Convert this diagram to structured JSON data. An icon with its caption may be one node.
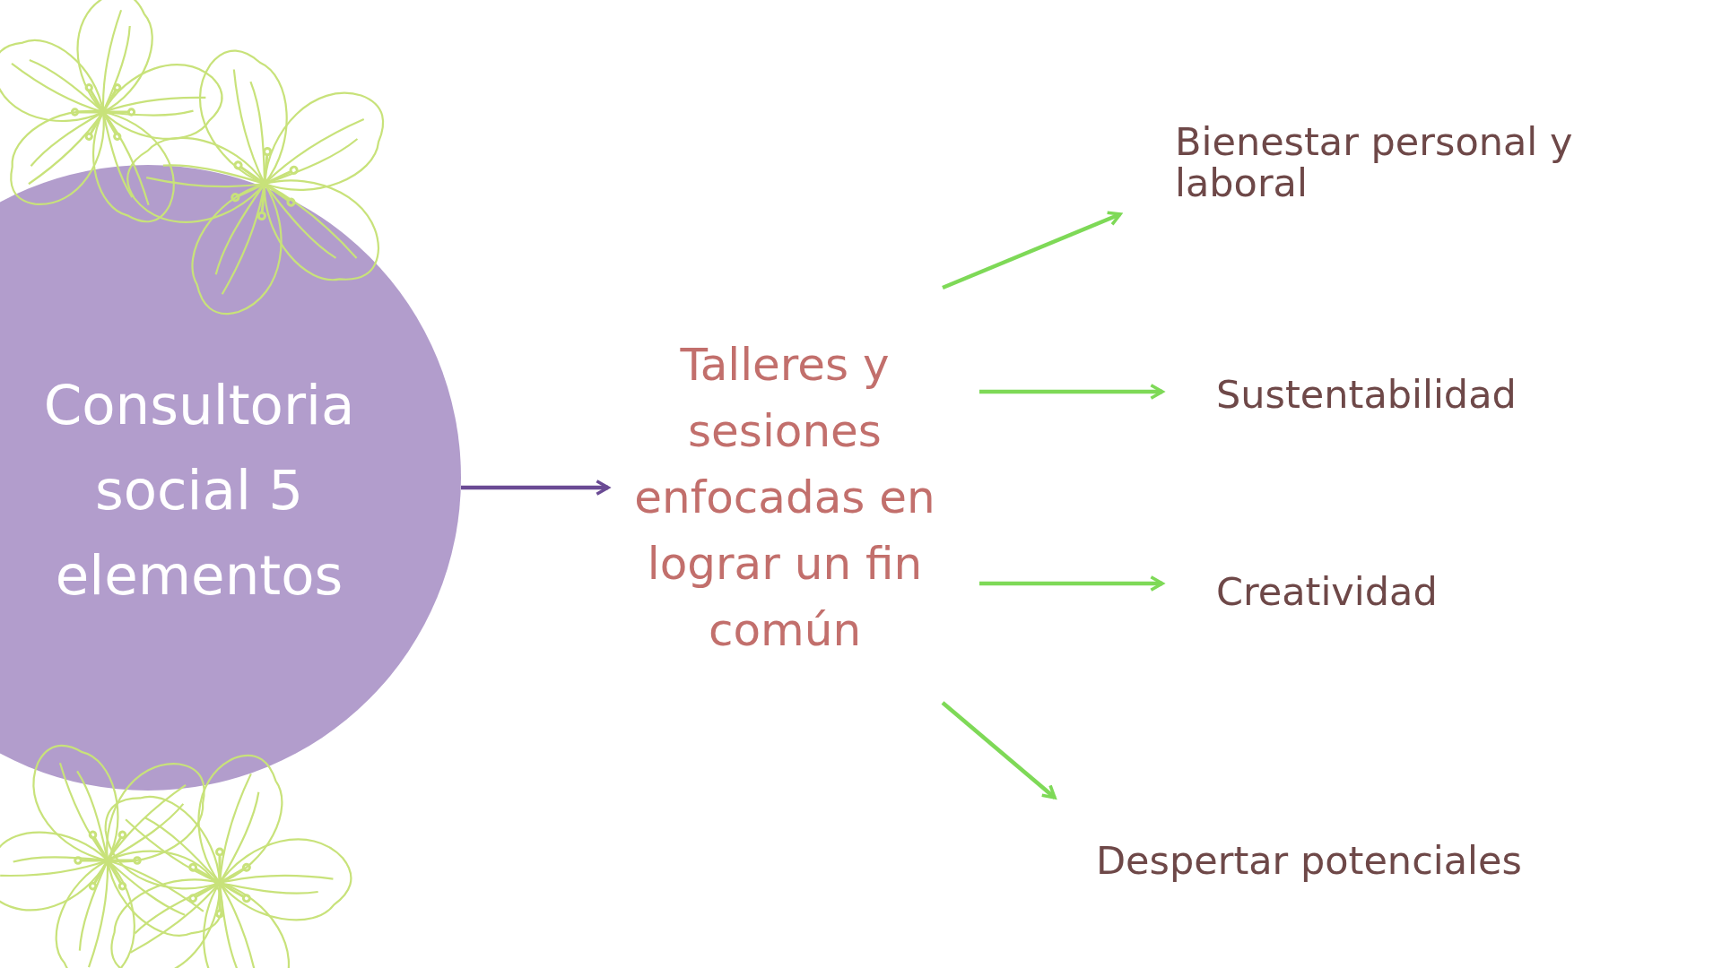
{
  "diagram": {
    "nodes": [
      {
        "text": [
          "Consultoria social 5 elementos"
        ]
      },
      {
        "text": [
          "Talleres y sesiones enfocadas en lograr un fin común"
        ]
      },
      {
        "text": [
          "Bienestar personal y laboral"
        ]
      },
      {
        "text": [
          "Sustentabilidad"
        ]
      },
      {
        "text": [
          "Creatividad"
        ]
      },
      {
        "text": [
          "Despertar potenciales"
        ]
      }
    ],
    "edges": [
      {
        "from": 0,
        "to": 1,
        "arrow": "to",
        "color": "#6a4a94"
      },
      {
        "from": 1,
        "to": 2,
        "arrow": "to"
      },
      {
        "from": 1,
        "to": 3,
        "arrow": "to"
      },
      {
        "from": 1,
        "to": 4,
        "arrow": "to"
      },
      {
        "from": 1,
        "to": 5,
        "arrow": "to"
      }
    ]
  }
}
